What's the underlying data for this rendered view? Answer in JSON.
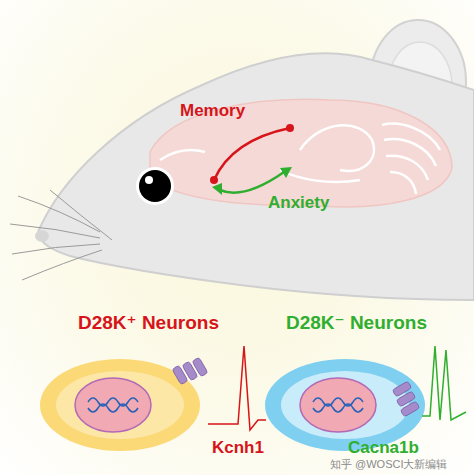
{
  "diagram": {
    "labels": [
      "Memory",
      "Anxiety",
      "D28K⁺ Neurons",
      "D28K⁻ Neurons",
      "Kcnh1",
      "Cacna1b",
      "知乎 @WOSCI大新编辑"
    ]
  }
}
